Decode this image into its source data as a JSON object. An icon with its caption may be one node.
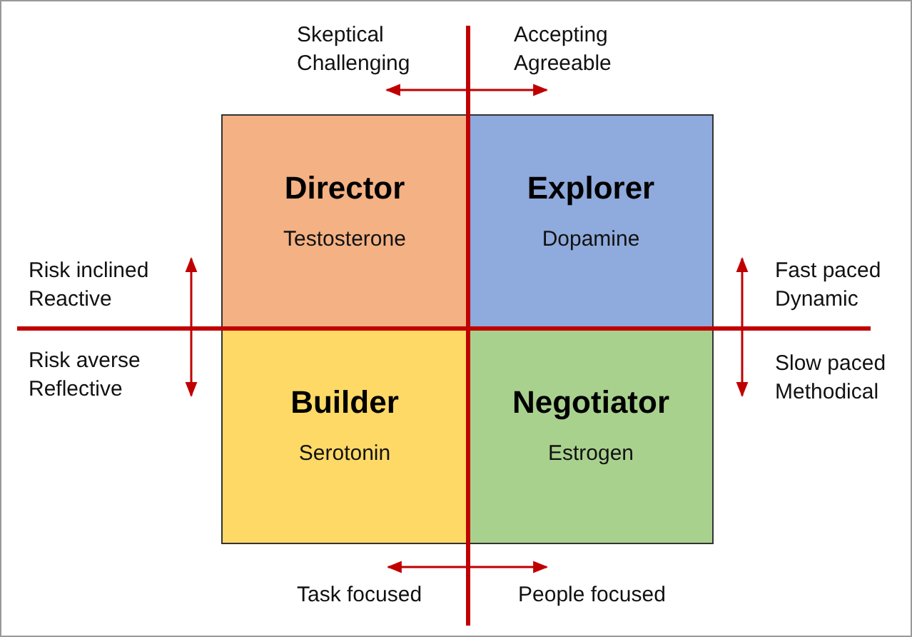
{
  "diagram": {
    "nodes": [
      {
        "text": [
          "Director",
          "Testosterone"
        ]
      },
      {
        "text": [
          "Explorer",
          "Dopamine"
        ]
      },
      {
        "text": [
          "Builder",
          "Serotonin"
        ]
      },
      {
        "text": [
          "Negotiator",
          "Estrogen"
        ]
      },
      {
        "text": [
          "Skeptical Challenging"
        ]
      },
      {
        "text": [
          "Accepting Agreeable"
        ]
      },
      {
        "text": [
          "Risk inclined Reactive"
        ]
      },
      {
        "text": [
          "Fast paced Dynamic"
        ]
      },
      {
        "text": [
          "Risk averse Reflective"
        ]
      },
      {
        "text": [
          "Slow paced Methodical"
        ]
      },
      {
        "text": [
          "Task focused"
        ]
      },
      {
        "text": [
          "People focused"
        ]
      }
    ],
    "edges": [
      {
        "from": 4,
        "to": 5,
        "arrow": "both"
      },
      {
        "from": 6,
        "to": 8,
        "arrow": "both"
      },
      {
        "from": 7,
        "to": 9,
        "arrow": "both"
      },
      {
        "from": 10,
        "to": 11,
        "arrow": "both"
      }
    ]
  }
}
